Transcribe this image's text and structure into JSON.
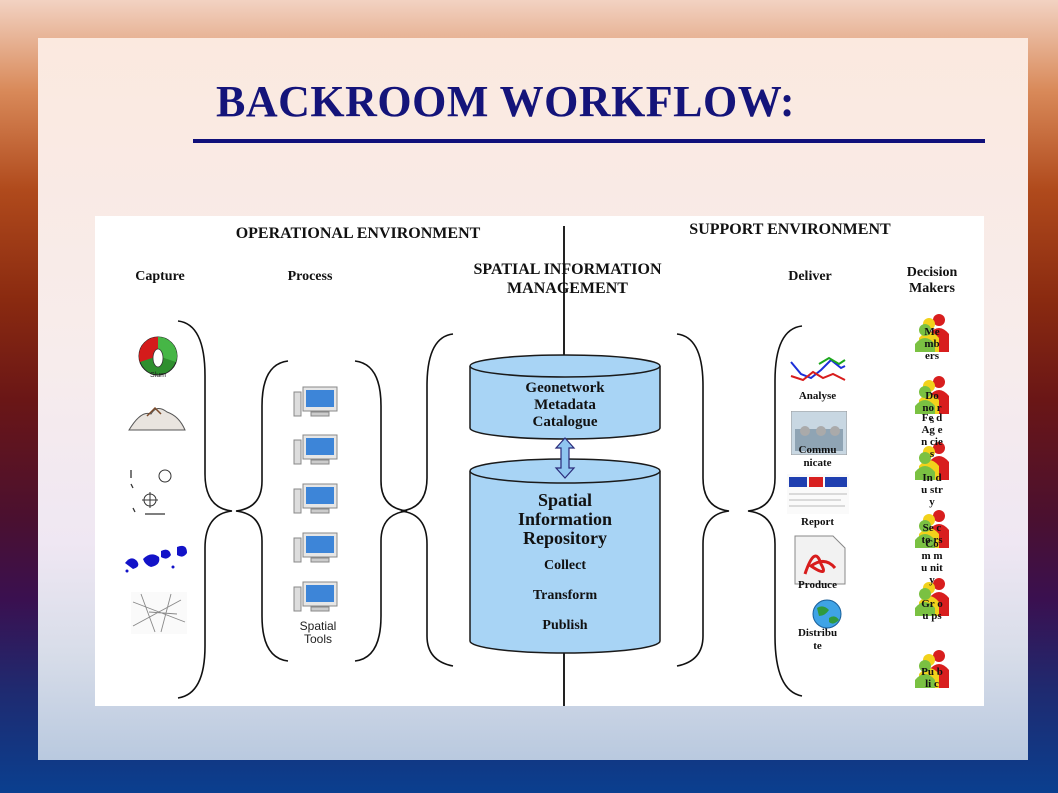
{
  "slide": {
    "title": "BACKROOM WORKFLOW:"
  },
  "diagram": {
    "operational_env": "OPERATIONAL ENVIRONMENT",
    "support_env": "SUPPORT ENVIRONMENT",
    "capture": "Capture",
    "process": "Process",
    "sim_line1": "SPATIAL INFORMATION",
    "sim_line2": "MANAGEMENT",
    "deliver": "Deliver",
    "decision_line1": "Decision",
    "decision_line2": "Makers",
    "capture_icon_caption": "Slum",
    "spatial_tools_line1": "Spatial",
    "spatial_tools_line2": "Tools",
    "catalogue": {
      "line1": "Geonetwork",
      "line2": "Metadata",
      "line3": "Catalogue"
    },
    "repository": {
      "line1": "Spatial",
      "line2": "Information",
      "line3": "Repository",
      "step1": "Collect",
      "step2": "Transform",
      "step3": "Publish"
    },
    "deliver_items": {
      "analyse": "Analyse",
      "communicate_line1": "Commu",
      "communicate_line2": "nicate",
      "report": "Report",
      "produce": "Produce",
      "distribute_line1": "Distribu",
      "distribute_line2": "te"
    },
    "decision_makers": [
      "Me mb ers",
      "Do no rs",
      "Fe d Ag en cie s",
      "In du str y",
      "Se cto rs",
      "Co m mu nit y",
      "Gr ou ps",
      "Pu bli c"
    ]
  },
  "colors": {
    "title": "#14147a",
    "cylinder_fill": "#a8d4f5",
    "cylinder_stroke": "#1a1a1a",
    "people_green": "#7ac142",
    "people_red": "#d81e1e",
    "people_yellow": "#f2d21b"
  }
}
